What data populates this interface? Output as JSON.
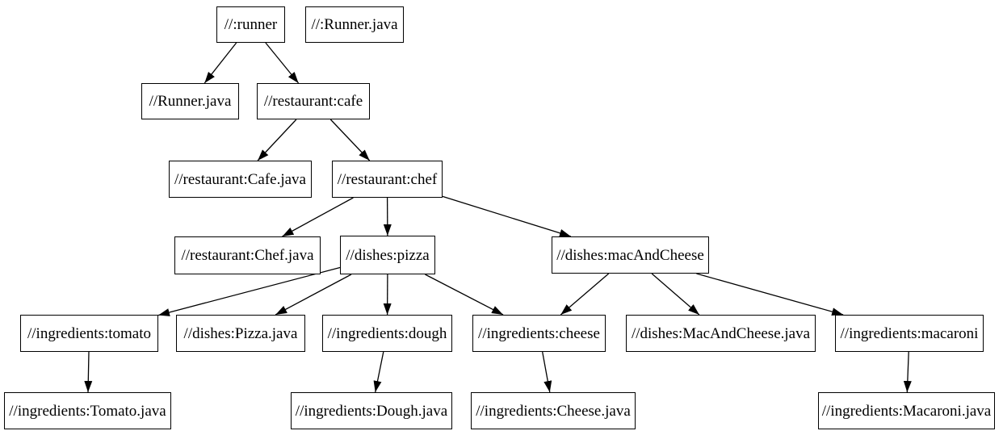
{
  "diagram": {
    "kind": "dependency-graph",
    "colors": {
      "background": "#ffffff",
      "node_fill": "#ffffff",
      "node_border": "#000000",
      "edge": "#000000",
      "text": "#000000"
    },
    "nodes": {
      "runner": {
        "label": "//:runner"
      },
      "runner_java_target": {
        "label": "//:Runner.java"
      },
      "runner_java_src": {
        "label": "//Runner.java"
      },
      "cafe": {
        "label": "//restaurant:cafe"
      },
      "cafe_java": {
        "label": "//restaurant:Cafe.java"
      },
      "chef": {
        "label": "//restaurant:chef"
      },
      "chef_java": {
        "label": "//restaurant:Chef.java"
      },
      "pizza": {
        "label": "//dishes:pizza"
      },
      "mac_and_cheese": {
        "label": "//dishes:macAndCheese"
      },
      "tomato": {
        "label": "//ingredients:tomato"
      },
      "pizza_java": {
        "label": "//dishes:Pizza.java"
      },
      "dough": {
        "label": "//ingredients:dough"
      },
      "cheese": {
        "label": "//ingredients:cheese"
      },
      "mac_and_cheese_java": {
        "label": "//dishes:MacAndCheese.java"
      },
      "macaroni": {
        "label": "//ingredients:macaroni"
      },
      "tomato_java": {
        "label": "//ingredients:Tomato.java"
      },
      "dough_java": {
        "label": "//ingredients:Dough.java"
      },
      "cheese_java": {
        "label": "//ingredients:Cheese.java"
      },
      "macaroni_java": {
        "label": "//ingredients:Macaroni.java"
      }
    },
    "edges": [
      {
        "from": "runner",
        "to": "runner_java_src"
      },
      {
        "from": "runner",
        "to": "cafe"
      },
      {
        "from": "cafe",
        "to": "cafe_java"
      },
      {
        "from": "cafe",
        "to": "chef"
      },
      {
        "from": "chef",
        "to": "chef_java"
      },
      {
        "from": "chef",
        "to": "pizza"
      },
      {
        "from": "chef",
        "to": "mac_and_cheese"
      },
      {
        "from": "pizza",
        "to": "tomato"
      },
      {
        "from": "pizza",
        "to": "pizza_java"
      },
      {
        "from": "pizza",
        "to": "dough"
      },
      {
        "from": "pizza",
        "to": "cheese"
      },
      {
        "from": "mac_and_cheese",
        "to": "cheese"
      },
      {
        "from": "mac_and_cheese",
        "to": "mac_and_cheese_java"
      },
      {
        "from": "mac_and_cheese",
        "to": "macaroni"
      },
      {
        "from": "tomato",
        "to": "tomato_java"
      },
      {
        "from": "dough",
        "to": "dough_java"
      },
      {
        "from": "cheese",
        "to": "cheese_java"
      },
      {
        "from": "macaroni",
        "to": "macaroni_java"
      }
    ]
  }
}
